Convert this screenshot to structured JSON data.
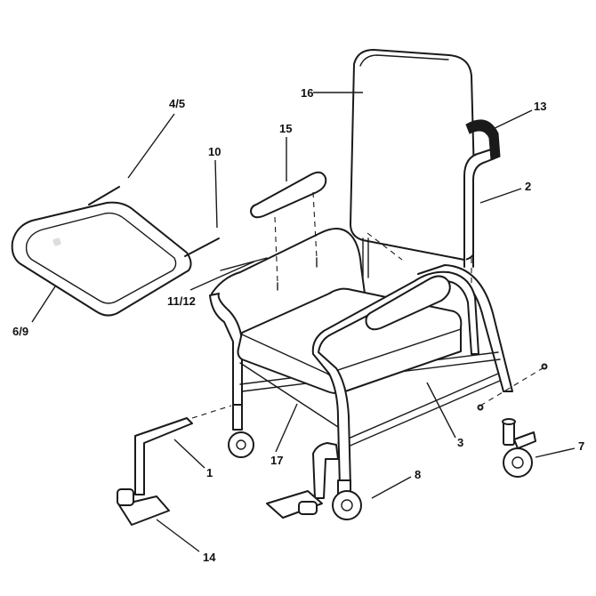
{
  "labels": {
    "l1": "1",
    "l2": "2",
    "l3": "3",
    "l45": "4/5",
    "l69": "6/9",
    "l7": "7",
    "l8": "8",
    "l10": "10",
    "l1112": "11/12",
    "l13": "13",
    "l14": "14",
    "l15": "15",
    "l16": "16",
    "l17": "17"
  },
  "colors": {
    "line": "#1a1a1a",
    "background": "#ffffff"
  }
}
